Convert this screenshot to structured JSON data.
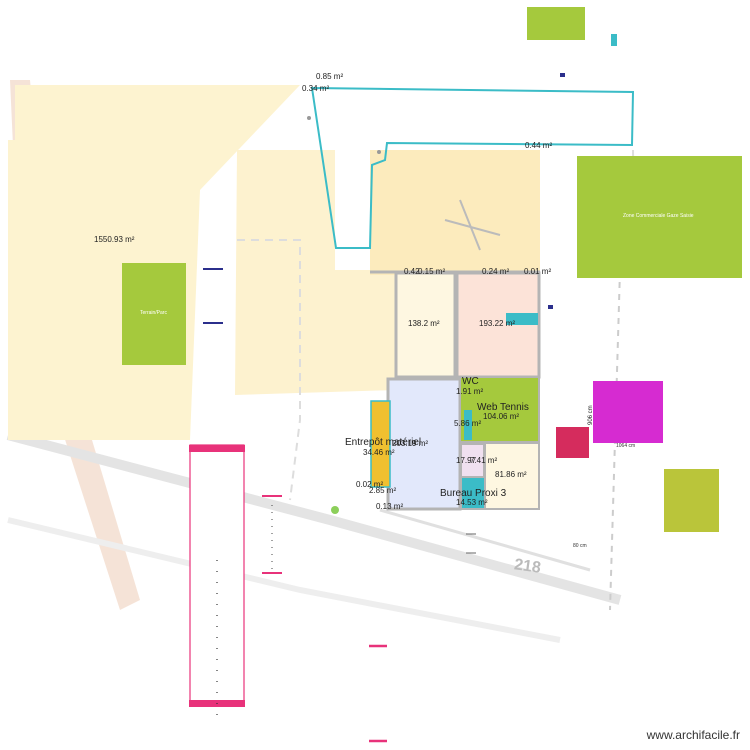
{
  "labels": {
    "area_085": "0.85 m²",
    "area_034": "0.34 m²",
    "area_044": "0.44 m²",
    "area_big": "1550.93 m²",
    "area_042": "0.42",
    "area_015": "0.15 m²",
    "area_024": "0.24 m²",
    "area_001": "0.01 m²",
    "area_1382": "138.2 m²",
    "area_19322": "193.22 m²",
    "wc": "WC",
    "area_191": "1.91 m²",
    "web_tennis": "Web Tennis",
    "area_10406": "104.06 m²",
    "area_586": "5.86 m²",
    "entrepot": "Entrepôt matériel",
    "area_3446": "34.46 m²",
    "area_20319": "203.19 m²",
    "area_1797": "17.97",
    "area_741": "7.41 m²",
    "area_8186": "81.86 m²",
    "area_002": "0.02 m²",
    "area_285": "2.85 m²",
    "bureau": "Bureau Proxi 3",
    "area_1453": "14.53 m²",
    "area_013": "0.13 m²",
    "road_number": "218",
    "zone_commerciale": "Zone Commerciale Gaze Saisie",
    "terrain_label": "Terrain/Parc",
    "dim_906": "906 cm",
    "dim_1064": "1064 cm",
    "dim_80": "80 cm",
    "watermark": "www.archifacile.fr"
  },
  "colors": {
    "site_fill": "#fdf3d0",
    "yard_fill": "#fcebbd",
    "green_zone": "#a5c93d",
    "olive_zone": "#bac53a",
    "magenta": "#d62bd1",
    "crimson": "#d52c5d",
    "pink_line": "#e8327a",
    "cyan_outline": "#3bbcc7",
    "room_blue": "#e2e8fb",
    "room_pink": "#fce3d8",
    "room_cream": "#fef7e1",
    "orange_room": "#f0c030",
    "wall_grey": "#b4b4b4"
  }
}
